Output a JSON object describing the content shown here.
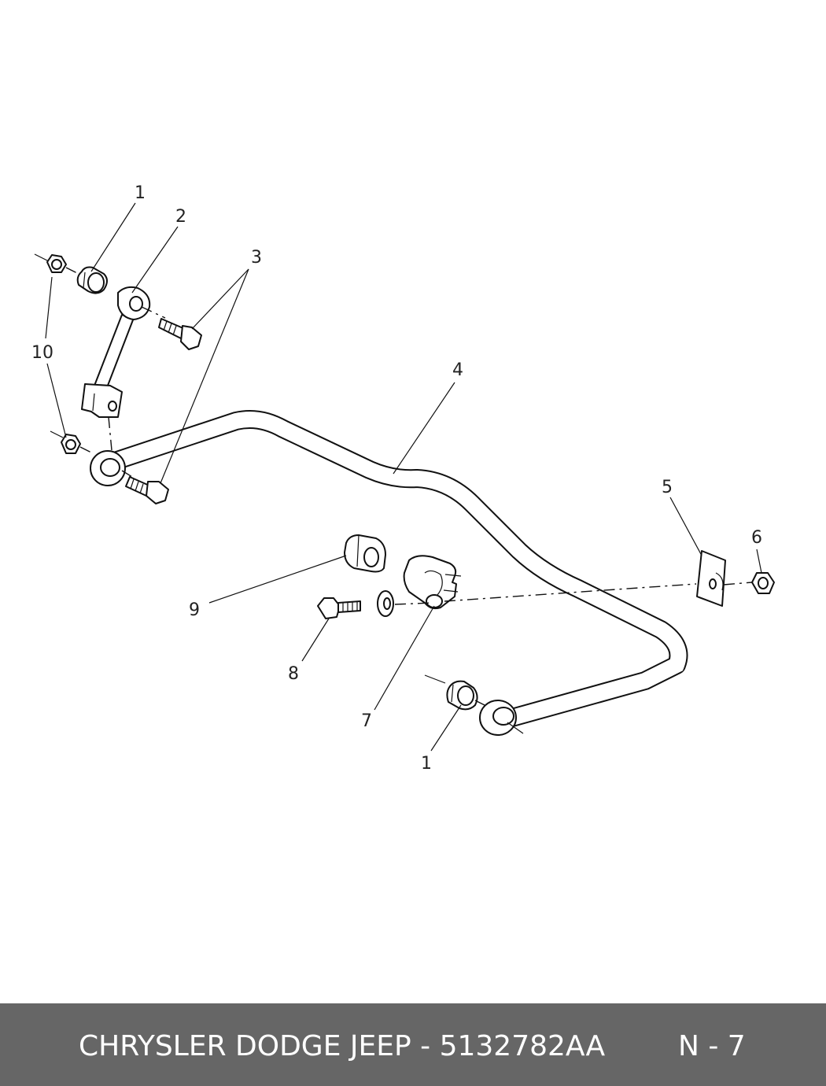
{
  "diagram": {
    "callouts": {
      "c1a": "1",
      "c2": "2",
      "c3": "3",
      "c10": "10",
      "c4": "4",
      "c5": "5",
      "c6": "6",
      "c9": "9",
      "c8": "8",
      "c7": "7",
      "c1b": "1"
    }
  },
  "footer": {
    "title": "CHRYSLER DODGE JEEP - 5132782AA",
    "page": "N - 7"
  }
}
